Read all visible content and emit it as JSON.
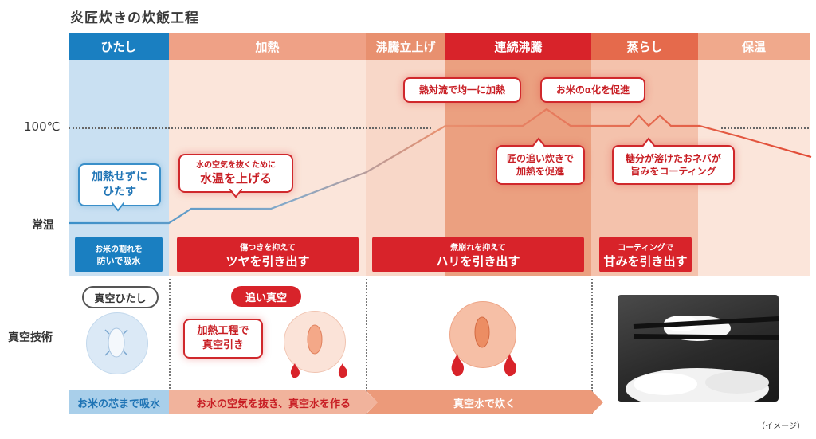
{
  "title": "炎匠炊きの炊飯工程",
  "phases": [
    {
      "label": "ひたし",
      "color": "#1a7fc1"
    },
    {
      "label": "加熱",
      "color": "#efa186"
    },
    {
      "label": "沸騰立上げ",
      "color": "#e8906f"
    },
    {
      "label": "連続沸騰",
      "color": "#d8232a"
    },
    {
      "label": "蒸らし",
      "color": "#e56a4c"
    },
    {
      "label": "保温",
      "color": "#f0a98c"
    }
  ],
  "y_axis": {
    "boil_label": "100℃",
    "room_label": "常温"
  },
  "callouts": {
    "soak": "加熱せずに\nひたす",
    "heat_small": "水の空気を抜くために",
    "heat_big": "水温を上げる",
    "convection": "熱対流で均一に加熱",
    "alpha": "お米のα化を促進",
    "reheat": "匠の追い炊きで\n加熱を促進",
    "sugar": "糖分が溶けたおネバが\n旨みをコーティング"
  },
  "effects": [
    {
      "small": "お米の割れを",
      "big": "防いで吸水"
    },
    {
      "small": "傷つきを抑えて",
      "big": "ツヤを引き出す"
    },
    {
      "small": "煮崩れを抑えて",
      "big": "ハリを引き出す"
    },
    {
      "small": "コーティングで",
      "big": "甘みを引き出す"
    }
  ],
  "vacuum": {
    "row_label": "真空技術",
    "soak_pill": "真空ひたし",
    "chase_pill": "追い真空",
    "heat_bubble": "加熱工程で\n真空引き"
  },
  "process_bar": [
    {
      "label": "お米の芯まで吸水",
      "color": "#a9cfea",
      "text_color": "#1f74b5"
    },
    {
      "label": "お水の空気を抜き、真空水を作る",
      "color": "#f1b39c",
      "text_color": "#c81e24"
    },
    {
      "label": "真空水で炊く",
      "color": "#ec9a7a",
      "text_color": "#ffffff"
    }
  ],
  "footnote": "（イメージ）"
}
